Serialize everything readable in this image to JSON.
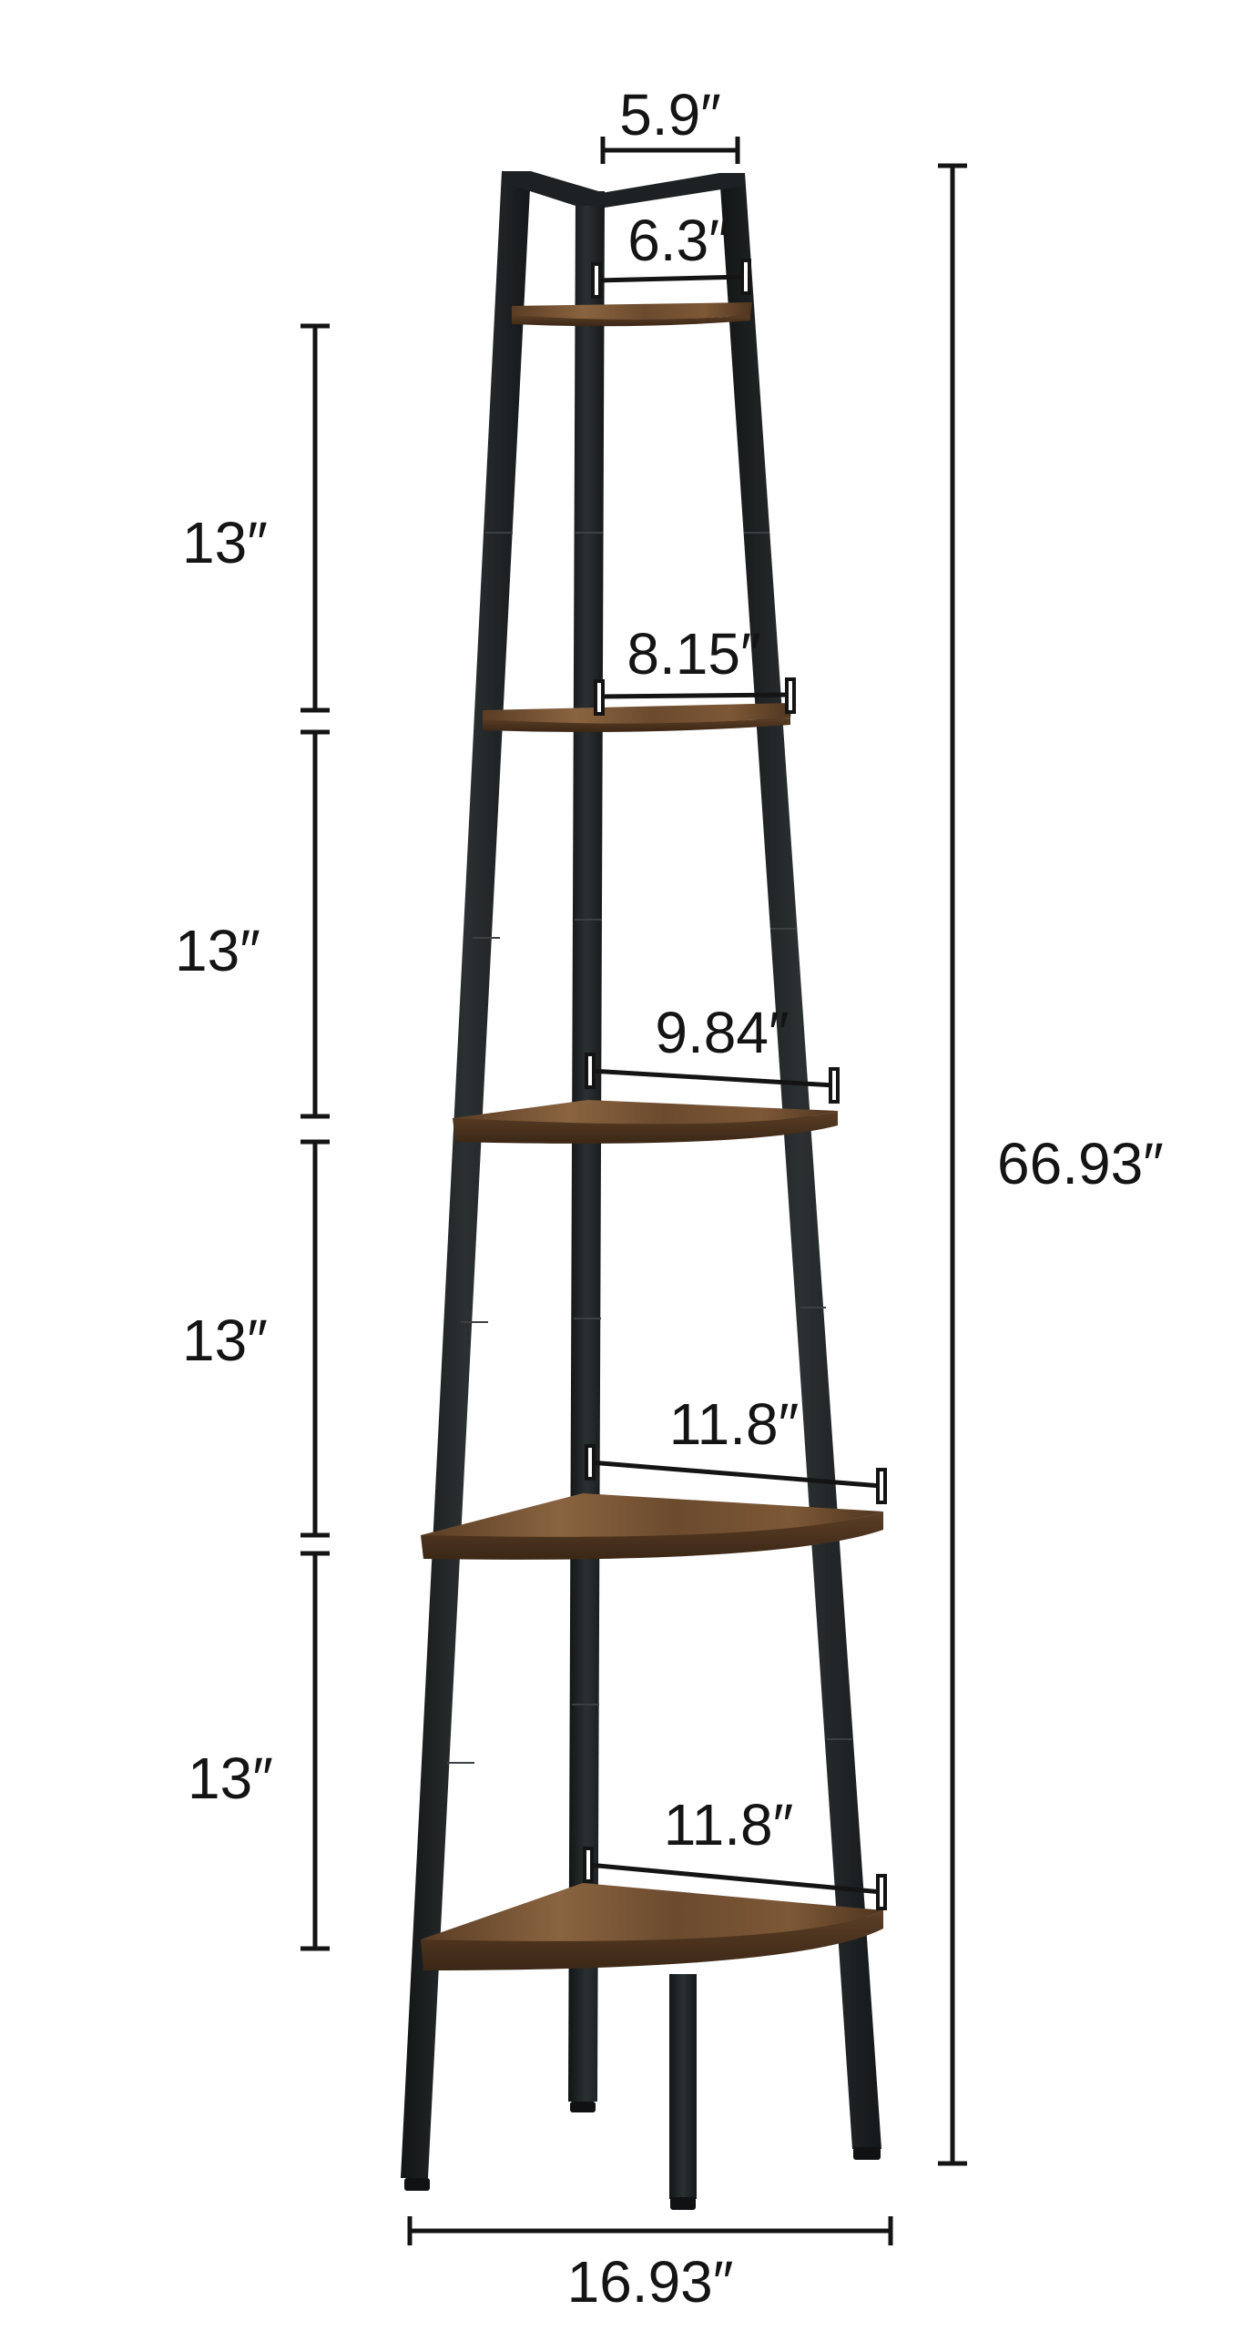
{
  "product": {
    "type": "5-tier corner ladder shelf",
    "frame_color": "#1e2224",
    "wood_color": "#6b4a2e",
    "wood_dark": "#4a3220",
    "wood_light": "#8a6440"
  },
  "dimensions": {
    "top_depth": "5.9″",
    "total_height": "66.93″",
    "base_width": "16.93″",
    "shelf_widths": [
      "6.3″",
      "8.15″",
      "9.84″",
      "11.8″",
      "11.8″"
    ],
    "shelf_spacing": [
      "13″",
      "13″",
      "13″",
      "13″"
    ]
  }
}
